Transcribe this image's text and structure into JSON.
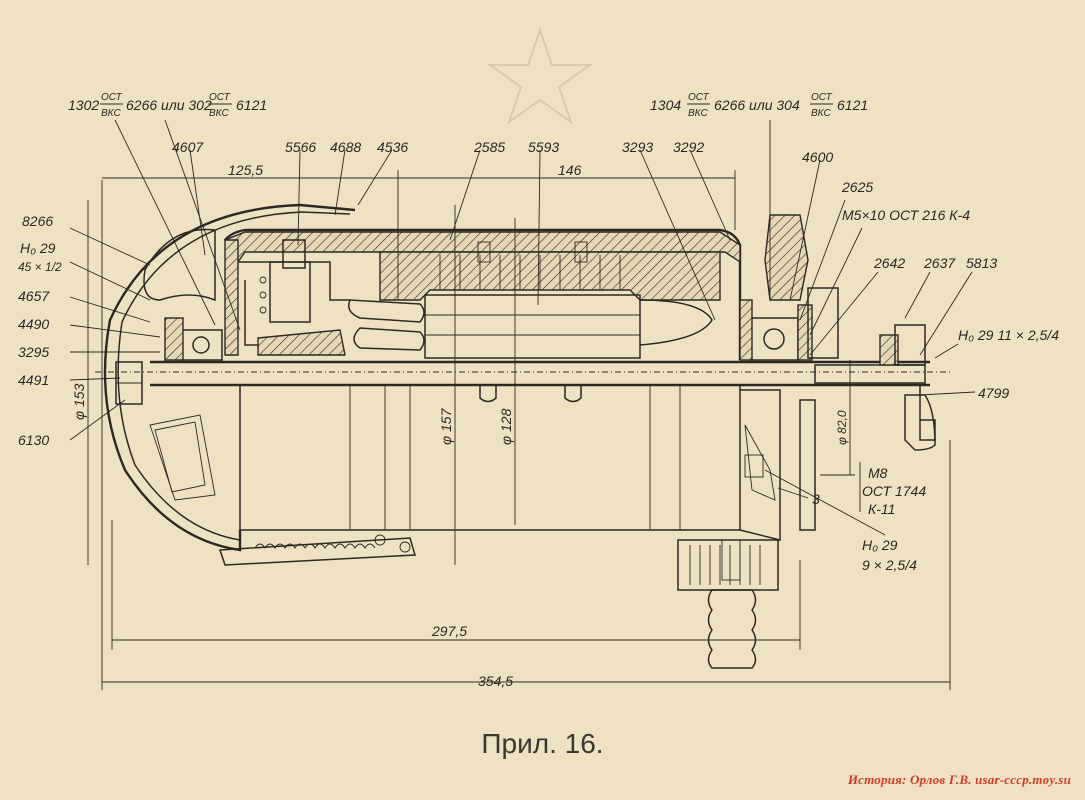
{
  "caption": "Прил. 16.",
  "watermark": "История: Орлов Г.В. usar-cccp.moy.su",
  "callouts": {
    "bearing_left_a": "1302",
    "bearing_left_frac1_num": "ОСТ",
    "bearing_left_frac1_den": "ВКС",
    "bearing_left_b": "6266 или 302",
    "bearing_left_frac2_num": "ОСТ",
    "bearing_left_frac2_den": "ВКС",
    "bearing_left_c": "6121",
    "bearing_right_a": "1304",
    "bearing_right_frac1_num": "ОСТ",
    "bearing_right_frac1_den": "ВКС",
    "bearing_right_b": "6266 или 304",
    "bearing_right_frac2_num": "ОСТ",
    "bearing_right_frac2_den": "ВКС",
    "bearing_right_c": "6121",
    "p4607": "4607",
    "p5566": "5566",
    "p4688": "4688",
    "p4536": "4536",
    "p2585": "2585",
    "p5593": "5593",
    "p3293": "3293",
    "p3292": "3292",
    "p4600": "4600",
    "p2625": "2625",
    "screw": "М5×10 ОСТ 216 К-4",
    "p8266": "8266",
    "thread_left_1": "Н₀ 29",
    "thread_left_2": "45 × 1/2",
    "p4657": "4657",
    "p4490": "4490",
    "p3295": "3295",
    "p4491": "4491",
    "p6130": "6130",
    "p2642": "2642",
    "p2637": "2637",
    "p5813": "5813",
    "thread_right": "Н₀ 29  11 × 2,5/4",
    "p4799": "4799",
    "bolt_1": "М8",
    "bolt_2": "ОСТ 1744",
    "bolt_3": "К-11",
    "num3": "3",
    "thread_low_1": "Н₀ 29",
    "thread_low_2": "9 × 2,5/4"
  },
  "dimensions": {
    "d125": "125,5",
    "d146": "146",
    "d297": "297,5",
    "d354": "354,5",
    "dia153": "φ 153",
    "dia157": "φ 157",
    "dia128": "φ 128",
    "dia82": "φ 82,0"
  }
}
